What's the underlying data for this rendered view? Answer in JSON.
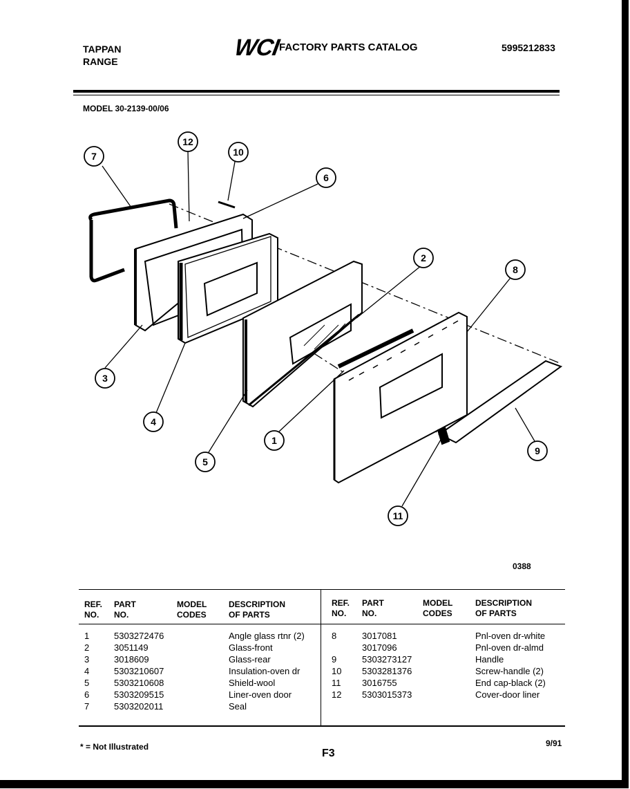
{
  "header": {
    "brand_line1": "TAPPAN",
    "brand_line2": "RANGE",
    "logo": "WCI",
    "catalog_title": "FACTORY PARTS CATALOG",
    "catalog_number": "5995212833",
    "model": "MODEL 30-2139-00/06"
  },
  "diagram": {
    "drawing_number": "0388",
    "callouts": [
      "1",
      "2",
      "3",
      "4",
      "5",
      "6",
      "7",
      "8",
      "9",
      "10",
      "11",
      "12"
    ]
  },
  "table": {
    "headers": {
      "ref": [
        "REF.",
        "NO."
      ],
      "part": [
        "PART",
        "NO."
      ],
      "model": [
        "MODEL",
        "CODES"
      ],
      "desc": [
        "DESCRIPTION",
        "OF PARTS"
      ]
    },
    "left_rows": [
      {
        "ref": "1",
        "part": "5303272476",
        "desc": "Angle glass rtnr (2)"
      },
      {
        "ref": "2",
        "part": "3051149",
        "desc": "Glass-front"
      },
      {
        "ref": "3",
        "part": "3018609",
        "desc": "Glass-rear"
      },
      {
        "ref": "4",
        "part": "5303210607",
        "desc": "Insulation-oven dr"
      },
      {
        "ref": "5",
        "part": "5303210608",
        "desc": "Shield-wool"
      },
      {
        "ref": "6",
        "part": "5303209515",
        "desc": "Liner-oven door"
      },
      {
        "ref": "7",
        "part": "5303202011",
        "desc": "Seal"
      }
    ],
    "right_rows": [
      {
        "ref": "8",
        "part": "3017081",
        "desc": "Pnl-oven dr-white"
      },
      {
        "ref": "",
        "part": "3017096",
        "desc": "Pnl-oven dr-almd"
      },
      {
        "ref": "9",
        "part": "5303273127",
        "desc": "Handle"
      },
      {
        "ref": "10",
        "part": "5303281376",
        "desc": "Screw-handle (2)"
      },
      {
        "ref": "11",
        "part": "3016755",
        "desc": "End cap-black (2)"
      },
      {
        "ref": "12",
        "part": "5303015373",
        "desc": "Cover-door liner"
      }
    ]
  },
  "footer": {
    "note": "* = Not Illustrated",
    "page": "F3",
    "date": "9/91"
  }
}
